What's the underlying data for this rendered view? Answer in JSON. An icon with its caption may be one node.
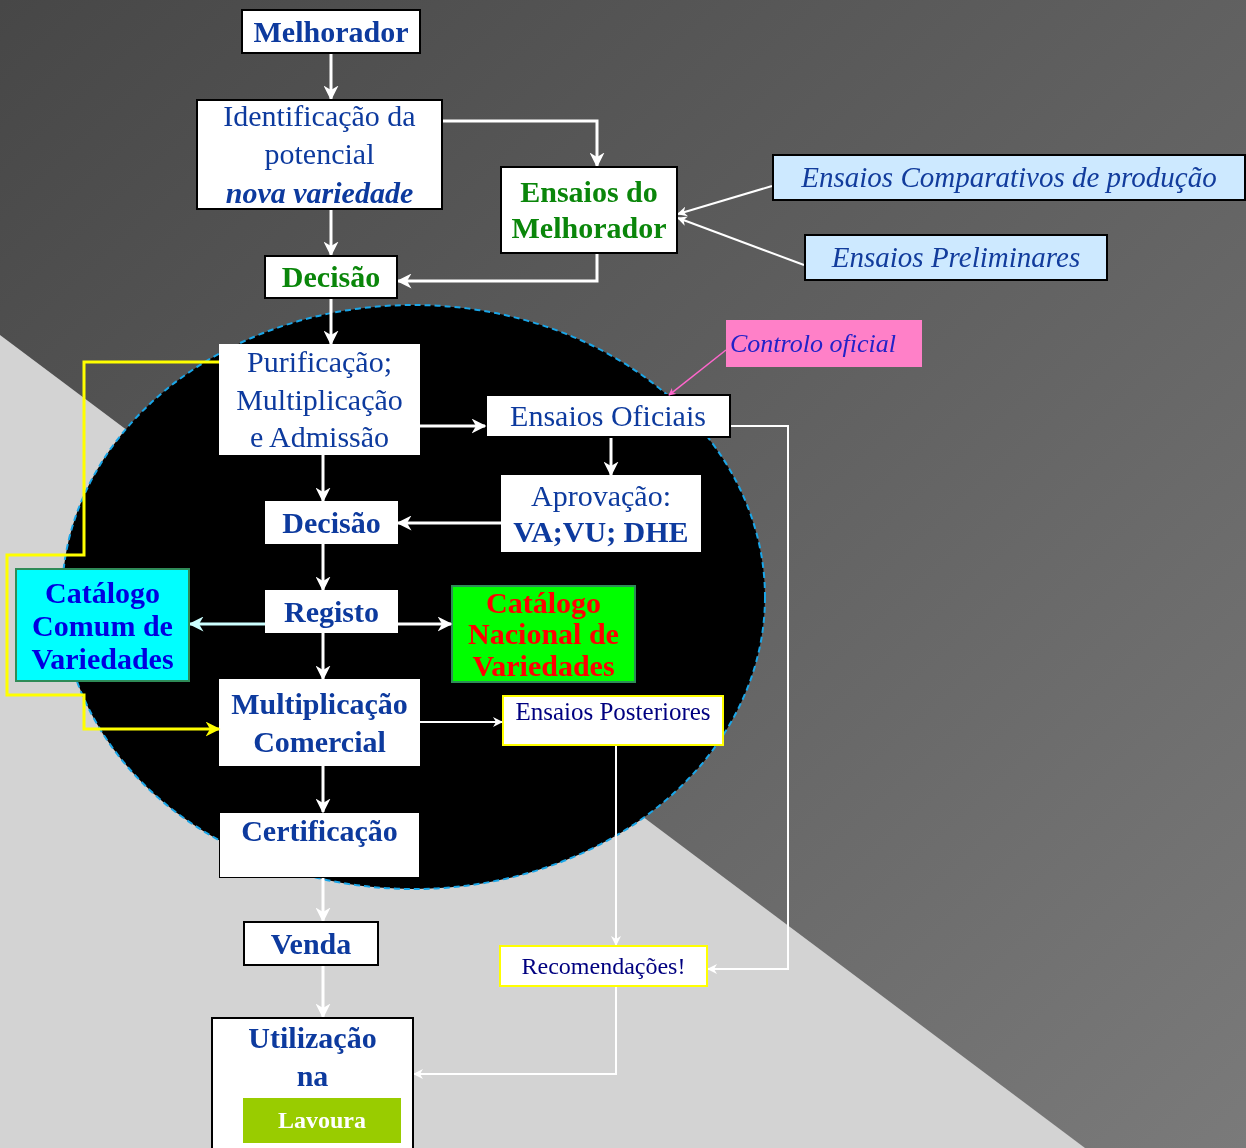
{
  "diagram": {
    "nodes": [
      {
        "text": [
          "Melhorador"
        ]
      },
      {
        "text": [
          "Identificação da potencial",
          "nova variedade"
        ]
      },
      {
        "text": [
          "Ensaios do Melhorador"
        ]
      },
      {
        "text": [
          "Ensaios Comparativos de produção"
        ]
      },
      {
        "text": [
          "Ensaios Preliminares"
        ]
      },
      {
        "text": [
          "Decisão"
        ]
      },
      {
        "text": [
          "Controlo oficial"
        ]
      },
      {
        "text": [],
        "shape": "ellipse"
      },
      {
        "text": [
          "Purificação; Multiplicação e Admissão"
        ],
        "in": 7
      },
      {
        "text": [
          "Ensaios Oficiais"
        ],
        "in": 7
      },
      {
        "text": [
          "Decisão"
        ],
        "in": 7
      },
      {
        "text": [
          "Aprovação:",
          "VA;VU; DHE"
        ],
        "in": 7
      },
      {
        "text": [
          "Catálogo Comum de Variedades"
        ]
      },
      {
        "text": [
          "Registo"
        ],
        "in": 7
      },
      {
        "text": [
          "Catálogo Nacional de Variedades"
        ],
        "in": 7
      },
      {
        "text": [
          "Multiplicação Comercial"
        ],
        "in": 7
      },
      {
        "text": [
          "Ensaios Posteriores"
        ],
        "in": 7
      },
      {
        "text": [
          "Certificação"
        ],
        "in": 7
      },
      {
        "text": [
          "Venda"
        ]
      },
      {
        "text": [
          "Recomendações!"
        ]
      },
      {
        "text": [
          "Utilização na"
        ]
      },
      {
        "text": [
          "Lavoura"
        ],
        "in": 20
      }
    ],
    "edges": [
      {
        "from": 0,
        "to": 1,
        "arrow": "to"
      },
      {
        "from": 1,
        "to": 2,
        "arrow": "to"
      },
      {
        "from": 3,
        "to": 2,
        "arrow": "to"
      },
      {
        "from": 4,
        "to": 2,
        "arrow": "to"
      },
      {
        "from": 2,
        "to": 5,
        "arrow": "to"
      },
      {
        "from": 1,
        "to": 5,
        "arrow": "to"
      },
      {
        "from": 6,
        "to": 7,
        "arrow": "to",
        "color": "#ff66cc"
      },
      {
        "from": 5,
        "to": 8,
        "arrow": "to"
      },
      {
        "from": 8,
        "to": 9,
        "arrow": "to"
      },
      {
        "from": 9,
        "to": 11,
        "arrow": "to"
      },
      {
        "from": 11,
        "to": 10,
        "arrow": "to"
      },
      {
        "from": 8,
        "to": 10,
        "arrow": "to"
      },
      {
        "from": 10,
        "to": 13,
        "arrow": "to"
      },
      {
        "from": 13,
        "to": 12,
        "arrow": "to",
        "color": "#ccffff"
      },
      {
        "from": 13,
        "to": 14,
        "arrow": "to"
      },
      {
        "from": 13,
        "to": 15,
        "arrow": "to"
      },
      {
        "from": 8,
        "to": 15,
        "arrow": "to",
        "color": "#ffff00"
      },
      {
        "from": 15,
        "to": 16,
        "arrow": "to"
      },
      {
        "from": 15,
        "to": 17,
        "arrow": "to"
      },
      {
        "from": 16,
        "to": 19,
        "arrow": "to"
      },
      {
        "from": 9,
        "to": 19,
        "arrow": "to"
      },
      {
        "from": 17,
        "to": 18,
        "arrow": "to"
      },
      {
        "from": 18,
        "to": 20,
        "arrow": "to"
      },
      {
        "from": 19,
        "to": 20,
        "arrow": "to"
      }
    ]
  }
}
